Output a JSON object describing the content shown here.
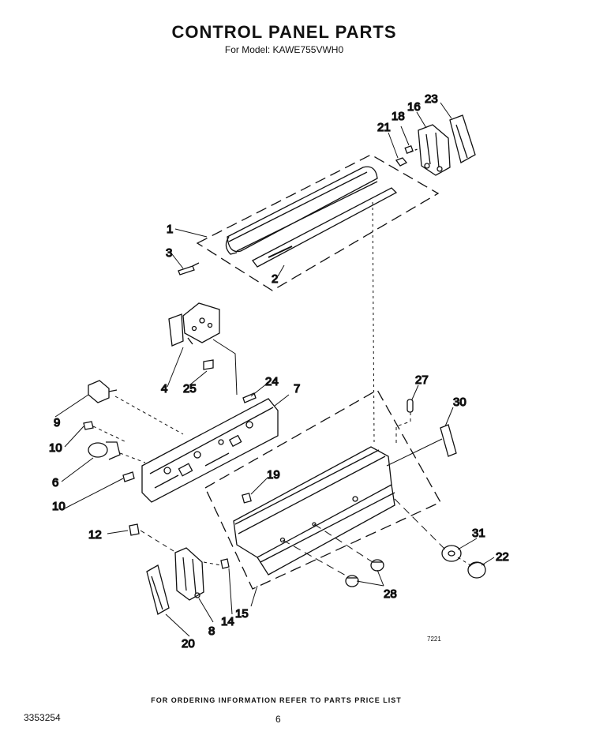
{
  "title": "CONTROL PANEL PARTS",
  "subtitle": "For Model: KAWE755VWH0",
  "footer_note": "FOR ORDERING INFORMATION REFER TO PARTS PRICE LIST",
  "doc_number": "3353254",
  "page_number": "6",
  "figure_code": "7221",
  "callouts": {
    "c1": "1",
    "c2": "2",
    "c3": "3",
    "c4": "4",
    "c6": "6",
    "c7": "7",
    "c8": "8",
    "c9": "9",
    "c10a": "10",
    "c10b": "10",
    "c12": "12",
    "c14": "14",
    "c15": "15",
    "c16": "16",
    "c18": "18",
    "c19": "19",
    "c20": "20",
    "c21": "21",
    "c22": "22",
    "c23": "23",
    "c24": "24",
    "c25": "25",
    "c27": "27",
    "c28": "28",
    "c30": "30",
    "c31": "31"
  }
}
